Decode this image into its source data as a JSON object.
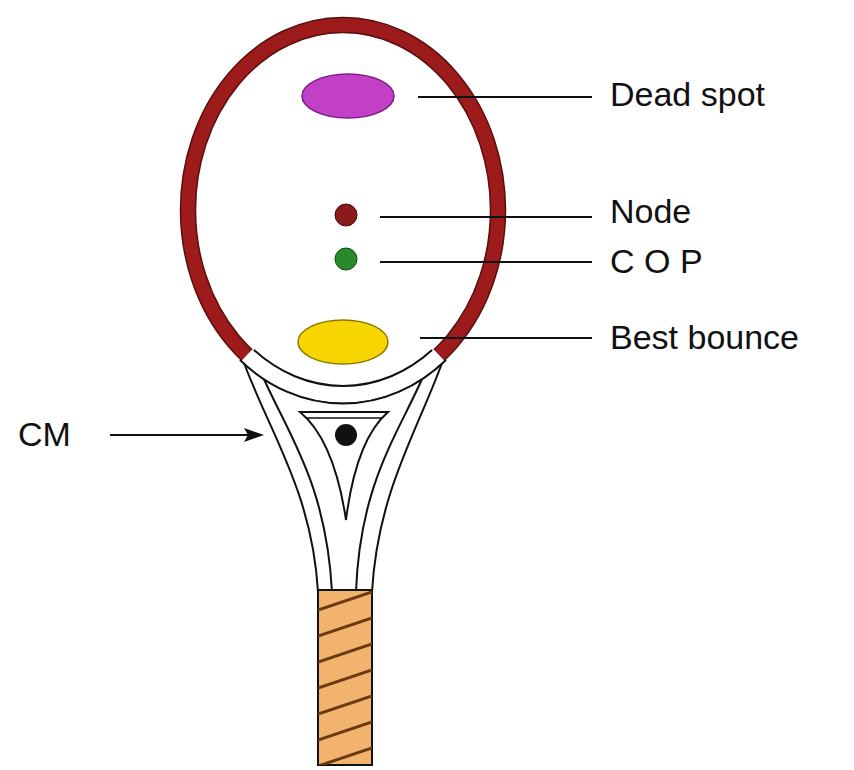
{
  "diagram": {
    "labels": [
      "Dead spot",
      "Node",
      "C O P",
      "Best bounce",
      "CM"
    ]
  }
}
